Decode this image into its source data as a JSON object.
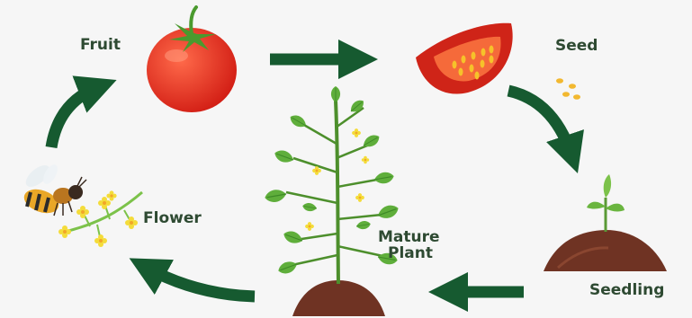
{
  "labels": {
    "fruit": "Fruit",
    "seed": "Seed",
    "seedling": "Seedling",
    "mature_line1": "Mature",
    "mature_line2": "Plant",
    "flower": "Flower"
  },
  "icons": [
    "tomato-fruit-icon",
    "sliced-tomato-icon",
    "loose-seeds-icon",
    "seedling-sprout-icon",
    "mature-tomato-plant-icon",
    "bee-icon",
    "flower-sprig-icon"
  ],
  "colors": {
    "background": "#f6f6f6",
    "arrow": "#165a30",
    "label_text": "#2e4a32",
    "tomato_red": "#e22d21",
    "leaf_green": "#5fae3b",
    "soil_brown": "#6f3323",
    "flower_yellow": "#f4dc3a"
  }
}
